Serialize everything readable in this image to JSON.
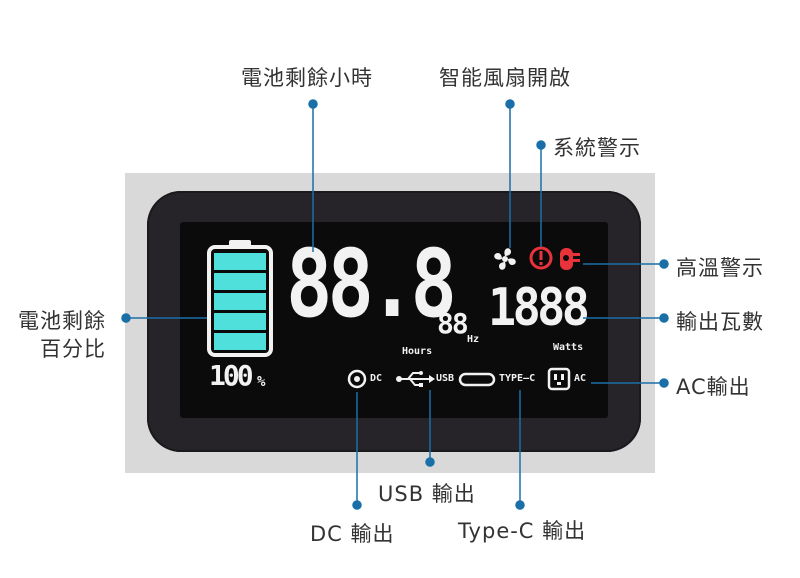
{
  "callouts": {
    "battery_time": "電池剩餘小時",
    "fan": "智能風扇開啟",
    "system_warning": "系統警示",
    "high_temp": "高溫警示",
    "battery_percent_line1": "電池剩餘",
    "battery_percent_line2": "百分比",
    "output_watts": "輸出瓦數",
    "ac_out": "AC輸出",
    "usb_out": "USB 輸出",
    "dc_out": "DC 輸出",
    "typec_out": "Type-C 輸出"
  },
  "display": {
    "main_digits": "88.8",
    "hz_digits": "88",
    "hz_unit": "Hz",
    "hours_unit": "Hours",
    "watts_digits": "1888",
    "watts_unit": "Watts",
    "battery_percent": "100",
    "percent_sign": "%",
    "dc_label": "DC",
    "usb_label": "USB",
    "typec_label": "TYPE—C",
    "ac_label": "AC"
  },
  "colors": {
    "leader": "#1a6fa8",
    "battery": "#4fe0dc",
    "warning": "#e8333a",
    "lcd_text": "#f2f2f2"
  },
  "battery_level": 1.0
}
